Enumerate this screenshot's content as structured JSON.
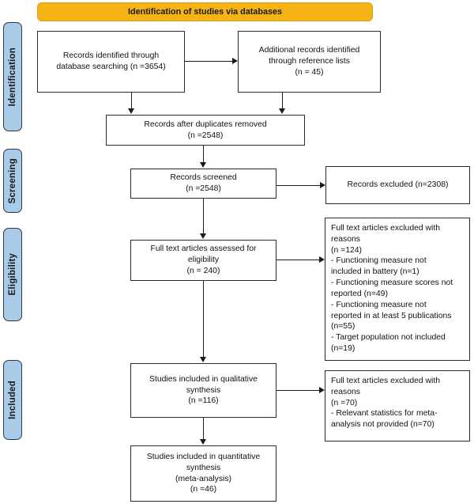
{
  "diagram": {
    "type": "prisma-flow-diagram",
    "banner": {
      "label": "Identification of studies via databases",
      "color": "#f5b316"
    },
    "stages": [
      {
        "name": "identification",
        "label": "Identification",
        "color": "#a9cbe8"
      },
      {
        "name": "screening",
        "label": "Screening",
        "color": "#a9cbe8"
      },
      {
        "name": "eligibility",
        "label": "Eligibility",
        "color": "#a9cbe8"
      },
      {
        "name": "included",
        "label": "Included",
        "color": "#a9cbe8"
      }
    ],
    "nodes": {
      "records_identified": {
        "lines": [
          "Records identified through",
          "database searching (n =3654)"
        ]
      },
      "additional_records": {
        "lines": [
          "Additional records identified",
          "through reference lists",
          "(n = 45)"
        ]
      },
      "duplicates_removed": {
        "lines": [
          "Records after duplicates removed",
          "(n =2548)"
        ]
      },
      "records_screened": {
        "lines": [
          "Records screened",
          "(n =2548)"
        ]
      },
      "records_excluded": {
        "lines": [
          "Records excluded (n=2308)"
        ]
      },
      "fulltext_assessed": {
        "lines": [
          "Full text articles assessed for",
          "eligibility",
          "(n = 240)"
        ]
      },
      "fulltext_excluded_reasons": {
        "lines": [
          "Full text articles excluded with",
          "reasons",
          "(n =124)",
          "- Functioning measure not",
          "included in battery (n=1)",
          "- Functioning measure scores not",
          "reported (n=49)",
          "- Functioning measure not",
          "reported in at least 5 publications",
          "(n=55)",
          "- Target population not included",
          "(n=19)"
        ]
      },
      "qualitative_synthesis": {
        "lines": [
          "Studies included in qualitative",
          "synthesis",
          "(n =116)"
        ]
      },
      "meta_excluded_reasons": {
        "lines": [
          "Full text articles excluded with",
          "reasons",
          "(n =70)",
          "- Relevant statistics for meta-",
          "analysis not provided (n=70)"
        ]
      },
      "quantitative_synthesis": {
        "lines": [
          "Studies included in quantitative",
          "synthesis",
          "(meta-analysis)",
          "(n =46)"
        ]
      }
    },
    "counts": {
      "database_searching": 3654,
      "reference_lists": 45,
      "after_duplicates": 2548,
      "screened": 2548,
      "excluded_screening": 2308,
      "fulltext_assessed": 240,
      "fulltext_excluded": 124,
      "excl_measure_not_in_battery": 1,
      "excl_scores_not_reported": 49,
      "excl_not_in_5_publications": 55,
      "excl_target_population": 19,
      "qualitative_included": 116,
      "meta_excluded": 70,
      "excl_stats_not_provided": 70,
      "quantitative_included": 46
    }
  }
}
